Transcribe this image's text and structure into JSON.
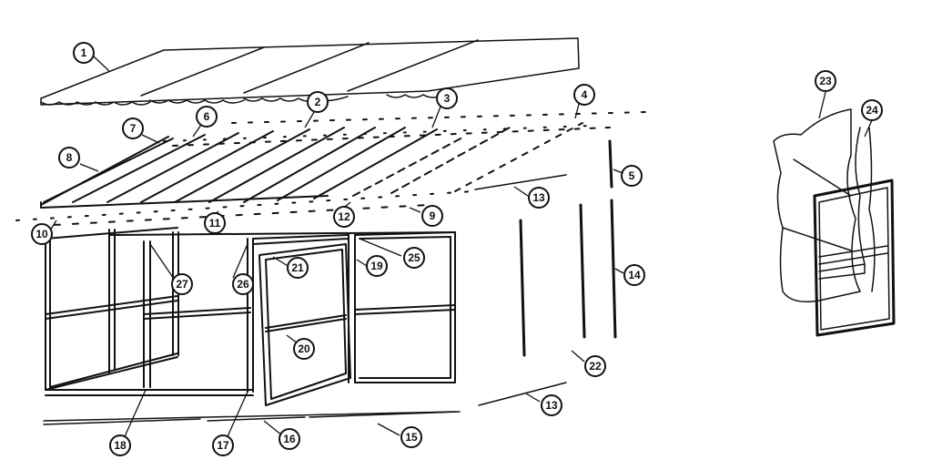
{
  "callouts": [
    {
      "id": "c1",
      "label": "1"
    },
    {
      "id": "c2",
      "label": "2"
    },
    {
      "id": "c3",
      "label": "3"
    },
    {
      "id": "c4",
      "label": "4"
    },
    {
      "id": "c5",
      "label": "5"
    },
    {
      "id": "c6",
      "label": "6"
    },
    {
      "id": "c7",
      "label": "7"
    },
    {
      "id": "c8",
      "label": "8"
    },
    {
      "id": "c9",
      "label": "9"
    },
    {
      "id": "c10",
      "label": "10"
    },
    {
      "id": "c11",
      "label": "11"
    },
    {
      "id": "c12",
      "label": "12"
    },
    {
      "id": "c13a",
      "label": "13"
    },
    {
      "id": "c13b",
      "label": "13"
    },
    {
      "id": "c14",
      "label": "14"
    },
    {
      "id": "c15",
      "label": "15"
    },
    {
      "id": "c16",
      "label": "16"
    },
    {
      "id": "c17",
      "label": "17"
    },
    {
      "id": "c18",
      "label": "18"
    },
    {
      "id": "c19",
      "label": "19"
    },
    {
      "id": "c20",
      "label": "20"
    },
    {
      "id": "c21",
      "label": "21"
    },
    {
      "id": "c22",
      "label": "22"
    },
    {
      "id": "c23",
      "label": "23"
    },
    {
      "id": "c24",
      "label": "24"
    },
    {
      "id": "c25",
      "label": "25"
    },
    {
      "id": "c26",
      "label": "26"
    },
    {
      "id": "c27",
      "label": "27"
    }
  ]
}
